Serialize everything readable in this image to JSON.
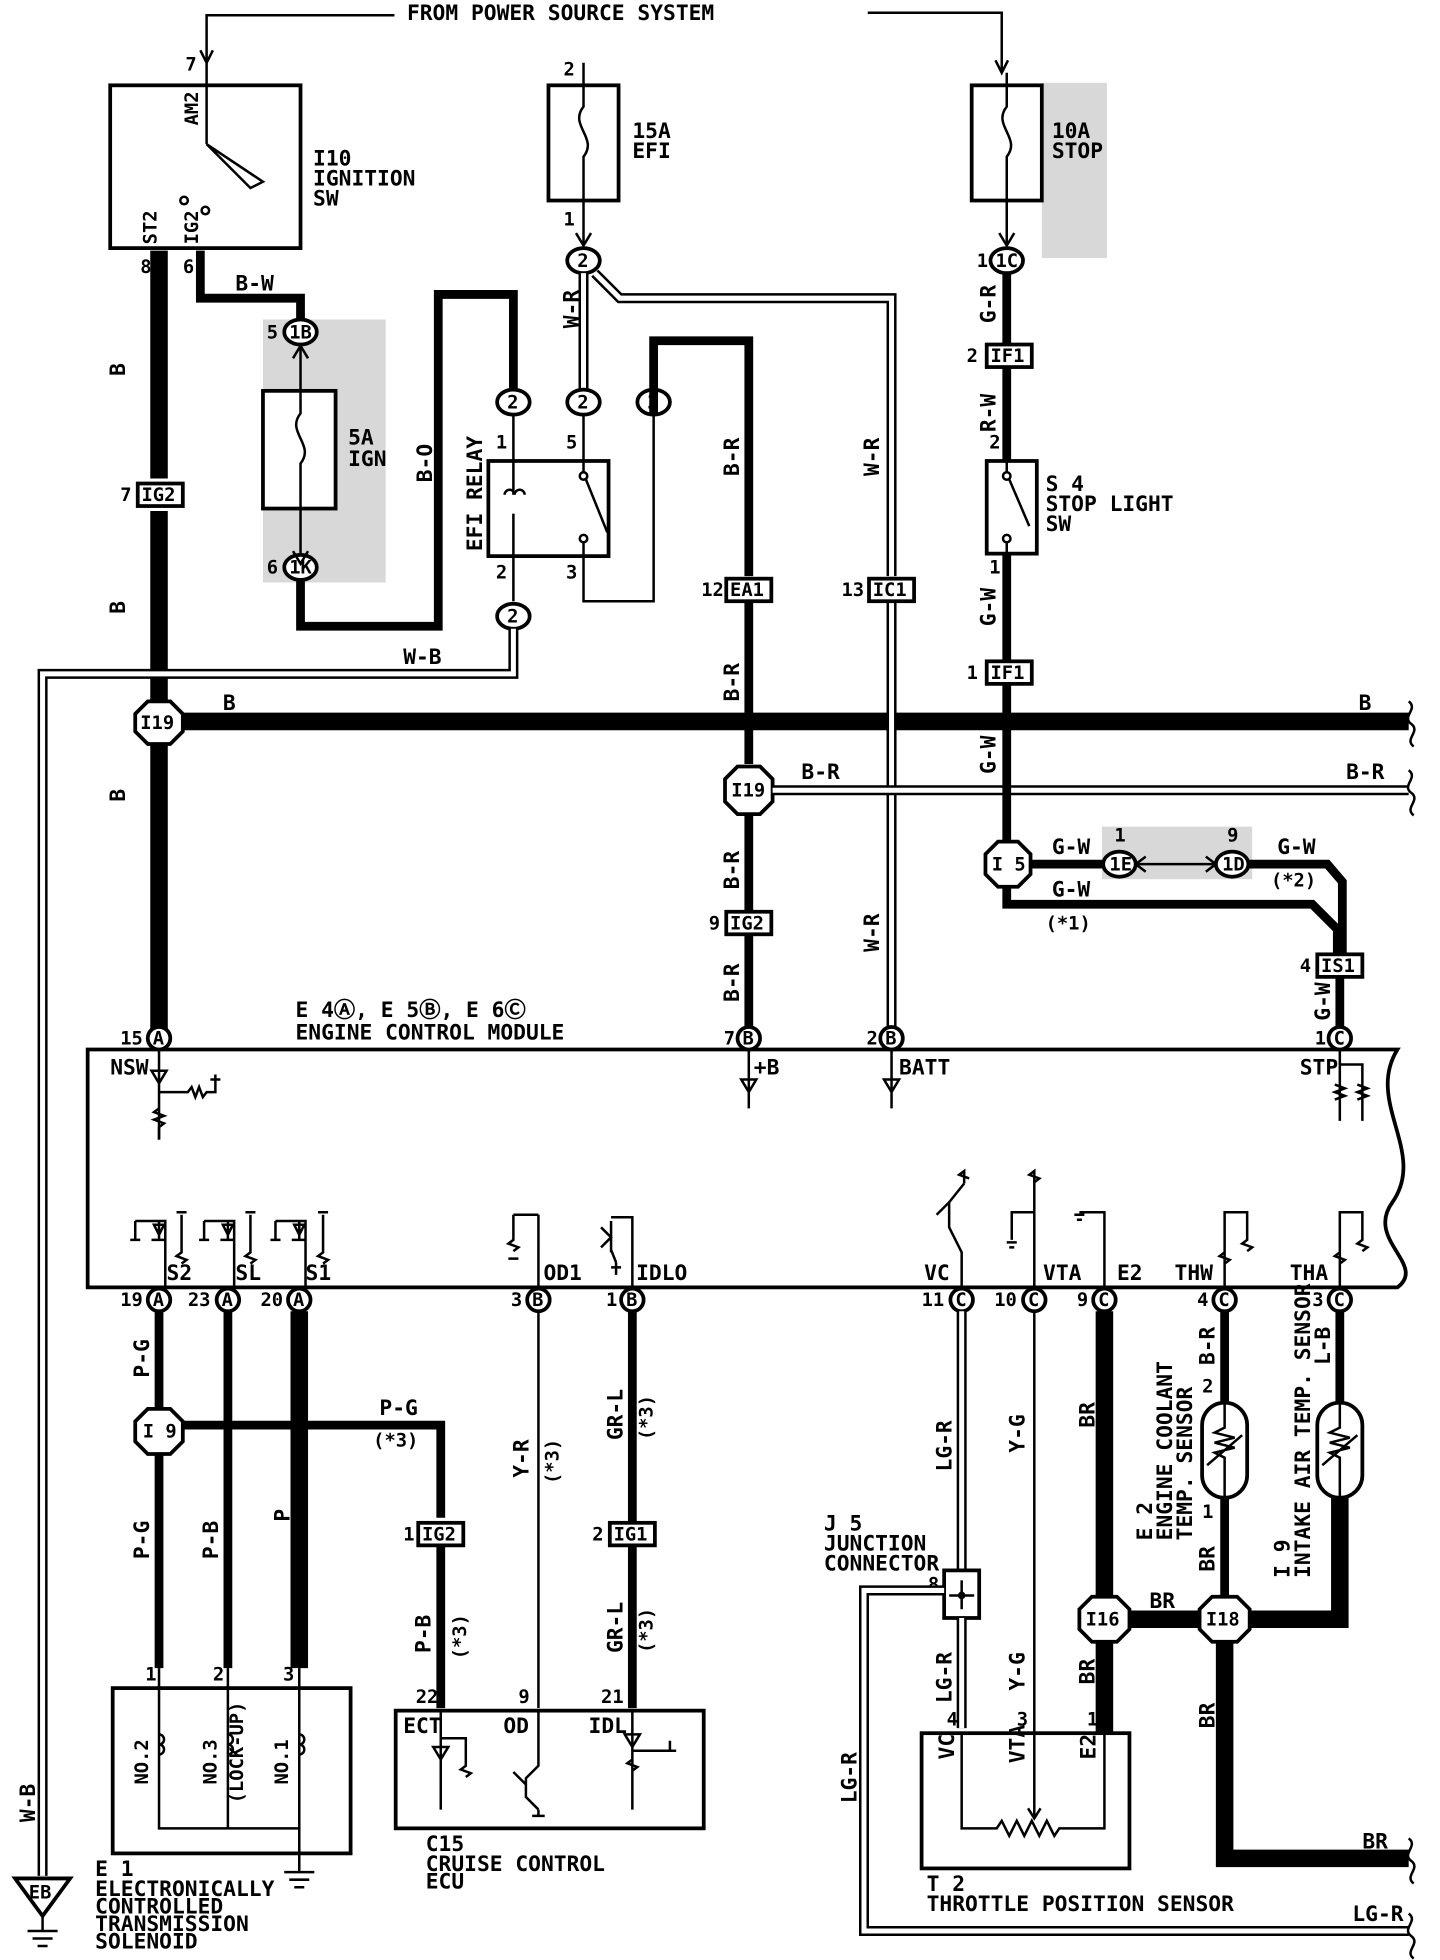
{
  "header": {
    "power_source": "FROM POWER SOURCE SYSTEM"
  },
  "ignition": {
    "id": "I10",
    "name1": "IGNITION",
    "name2": "SW",
    "pin_am2": "AM2",
    "pin_st2": "ST2",
    "pin_ig2": "IG2",
    "pin7": "7",
    "pin8": "8",
    "pin6": "6"
  },
  "fuse_efi": {
    "amp": "15A",
    "name": "EFI",
    "pin_in": "2",
    "pin_out": "1"
  },
  "fuse_stop": {
    "amp": "10A",
    "name": "STOP",
    "pin_out": "1"
  },
  "fuse_ign": {
    "amp": "5A",
    "name": "IGN"
  },
  "efi_relay": {
    "name": "EFI RELAY",
    "pin1": "1",
    "pin2": "2",
    "pin3": "3",
    "pin5": "5"
  },
  "stop_sw": {
    "id": "S 4",
    "name1": "STOP LIGHT",
    "name2": "SW",
    "pin1": "1",
    "pin2": "2"
  },
  "connectors": {
    "c1B": "1B",
    "c1K": "1K",
    "c1C": "1C",
    "c1E": "1E",
    "c1D": "1D",
    "c2": "2",
    "IG2": "IG2",
    "IF1": "IF1",
    "EA1": "EA1",
    "IC1": "IC1",
    "IG1": "IG1",
    "IS1": "IS1",
    "I19": "I19",
    "I5": "I 5",
    "I9": "I 9",
    "I16": "I16",
    "I18": "I18",
    "EB": "EB",
    "A": "A",
    "B": "B",
    "C": "C"
  },
  "pins": {
    "p1": "1",
    "p2": "2",
    "p3": "3",
    "p4": "4",
    "p5": "5",
    "p6": "6",
    "p7": "7",
    "p9": "9",
    "p10": "10",
    "p11": "11",
    "p12": "12",
    "p13": "13",
    "p15": "15",
    "p19": "19",
    "p20": "20",
    "p21": "21",
    "p22": "22",
    "p23": "23"
  },
  "wires": {
    "B": "B",
    "BW": "B-W",
    "BO": "B-O",
    "WR": "W-R",
    "WB": "W-B",
    "BR_red": "B-R",
    "GR": "G-R",
    "RW": "R-W",
    "GW": "G-W",
    "PG": "P-G",
    "PB": "P-B",
    "P": "P",
    "YR": "Y-R",
    "GRL": "GR-L",
    "LGR": "LG-R",
    "YG": "Y-G",
    "BR": "BR",
    "LB": "L-B"
  },
  "notes": {
    "n1": "(*1)",
    "n2": "(*2)",
    "n3": "(*3)"
  },
  "ecm": {
    "title_ids": "E 4Ⓐ, E 5Ⓑ, E 6Ⓒ",
    "name": "ENGINE CONTROL MODULE",
    "nsw": "NSW",
    "plus_b": "+B",
    "batt": "BATT",
    "stp": "STP",
    "s2": "S2",
    "sl": "SL",
    "s1": "S1",
    "od1": "OD1",
    "idlo": "IDLO",
    "vc": "VC",
    "vta": "VTA",
    "e2": "E2",
    "thw": "THW",
    "tha": "THA"
  },
  "e1": {
    "id": "E 1",
    "line1": "ELECTRONICALLY",
    "line2": "CONTROLLED",
    "line3": "TRANSMISSION",
    "line4": "SOLENOID",
    "no2": "NO.2",
    "no3": "NO.3",
    "lockup": "(LOCK-UP)",
    "no1": "NO.1"
  },
  "c15": {
    "id": "C15",
    "line1": "CRUISE CONTROL",
    "line2": "ECU",
    "ect": "ECT",
    "od": "OD",
    "idl": "IDL"
  },
  "j5": {
    "id": "J 5",
    "line1": "JUNCTION",
    "line2": "CONNECTOR",
    "pin": "8"
  },
  "t2": {
    "id": "T 2",
    "name": "THROTTLE POSITION SENSOR",
    "vc": "VC",
    "vta": "VTA",
    "e2": "E2"
  },
  "e2": {
    "id": "E 2",
    "line1": "ENGINE COOLANT",
    "line2": "TEMP. SENSOR"
  },
  "i9s": {
    "id": "I 9",
    "line1": "INTAKE AIR TEMP. SENSOR"
  }
}
